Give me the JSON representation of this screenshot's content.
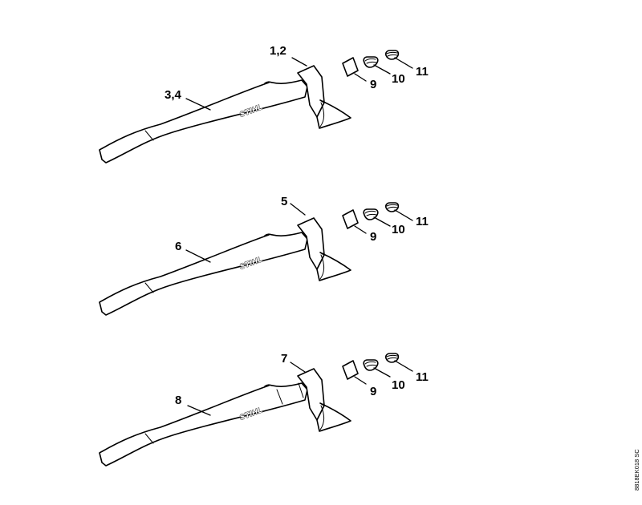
{
  "brand_text": "STIHL",
  "document_code": "8818EK018 SC",
  "assemblies": [
    {
      "head_label": "1,2",
      "handle_label": "3,4",
      "wedge_label": "9",
      "wedge2_label": "10",
      "wedge3_label": "11"
    },
    {
      "head_label": "5",
      "handle_label": "6",
      "wedge_label": "9",
      "wedge2_label": "10",
      "wedge3_label": "11"
    },
    {
      "head_label": "7",
      "handle_label": "8",
      "wedge_label": "9",
      "wedge2_label": "10",
      "wedge3_label": "11"
    }
  ]
}
